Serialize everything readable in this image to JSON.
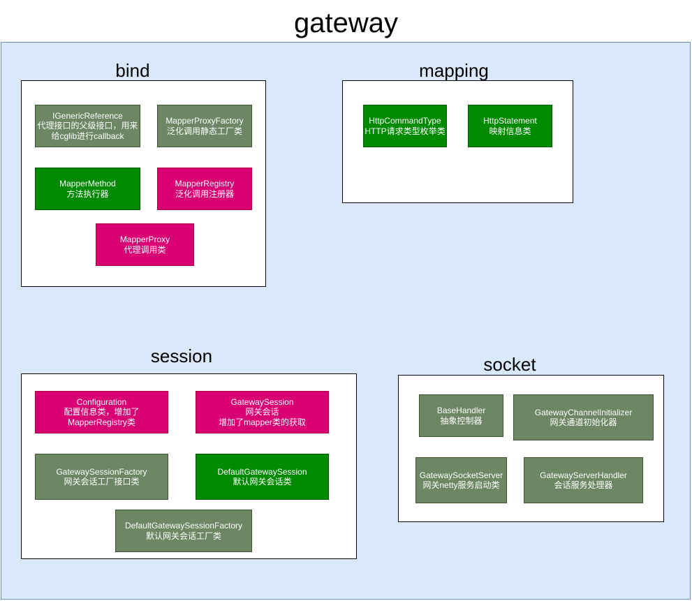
{
  "title": "gateway",
  "packages": {
    "bind": {
      "label": "bind",
      "nodes": [
        {
          "id": "igenericreference",
          "lines": [
            "IGenericReference",
            "代理接口的父级接口，用来",
            "给cglib进行callback"
          ],
          "color": "#6d8764"
        },
        {
          "id": "mapperproxyfactory",
          "lines": [
            "MapperProxyFactory",
            "泛化调用静态工厂类"
          ],
          "color": "#6d8764"
        },
        {
          "id": "mappermethod",
          "lines": [
            "MapperMethod",
            "方法执行器"
          ],
          "color": "#008a00"
        },
        {
          "id": "mapperregistry",
          "lines": [
            "MapperRegistry",
            "泛化调用注册器"
          ],
          "color": "#d80073"
        },
        {
          "id": "mapperproxy",
          "lines": [
            "MapperProxy",
            "代理调用类"
          ],
          "color": "#d80073"
        }
      ]
    },
    "mapping": {
      "label": "mapping",
      "nodes": [
        {
          "id": "httpcommandtype",
          "lines": [
            "HttpCommandType",
            "HTTP请求类型枚举类"
          ],
          "color": "#008a00"
        },
        {
          "id": "httpstatement",
          "lines": [
            "HttpStatement",
            "映射信息类"
          ],
          "color": "#008a00"
        }
      ]
    },
    "session": {
      "label": "session",
      "nodes": [
        {
          "id": "configuration",
          "lines": [
            "Configuration",
            "配置信息类，增加了",
            "MapperRegistry类"
          ],
          "color": "#d80073"
        },
        {
          "id": "gatewaysession",
          "lines": [
            "GatewaySession",
            "网关会话",
            "增加了mapper类的获取"
          ],
          "color": "#d80073"
        },
        {
          "id": "gatewaysessionfactory",
          "lines": [
            "GatewaySessionFactory",
            "网关会话工厂接口类"
          ],
          "color": "#6d8764"
        },
        {
          "id": "defaultgatewaysession",
          "lines": [
            "DefaultGatewaySession",
            "默认网关会话类"
          ],
          "color": "#008a00"
        },
        {
          "id": "defaultgatewaysessionfactory",
          "lines": [
            "DefaultGatewaySessionFactory",
            "默认网关会话工厂类"
          ],
          "color": "#6d8764"
        }
      ]
    },
    "socket": {
      "label": "socket",
      "nodes": [
        {
          "id": "basehandler",
          "lines": [
            "BaseHandler",
            "抽象控制器"
          ],
          "color": "#6d8764"
        },
        {
          "id": "gatewaychannelinitializer",
          "lines": [
            "GatewayChannelInitializer",
            "网关通道初始化器"
          ],
          "color": "#6d8764"
        },
        {
          "id": "gatewaysocketserver",
          "lines": [
            "GatewaySocketServer",
            "网关netty服务启动类"
          ],
          "color": "#6d8764"
        },
        {
          "id": "gatewayserverhandler",
          "lines": [
            "GatewayServerHandler",
            "会话服务处理器"
          ],
          "color": "#6d8764"
        }
      ]
    }
  }
}
